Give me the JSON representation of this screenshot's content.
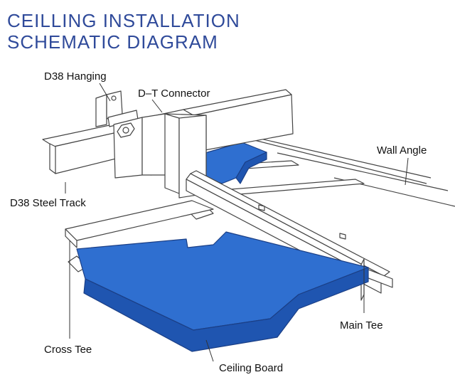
{
  "title": {
    "line1": "CEILLING INSTALLATION",
    "line2": "SCHEMATIC DIAGRAM"
  },
  "labels": {
    "d38_hanging": "D38 Hanging",
    "dt_connector": "D–T Connector",
    "wall_angle": "Wall Angle",
    "d38_steel_track": "D38 Steel Track",
    "main_tee": "Main Tee",
    "cross_tee": "Cross Tee",
    "ceiling_board": "Ceiling Board"
  },
  "colors": {
    "title": "#2f4a9a",
    "board_top": "#2f6fd0",
    "board_side": "#1f55b0"
  }
}
